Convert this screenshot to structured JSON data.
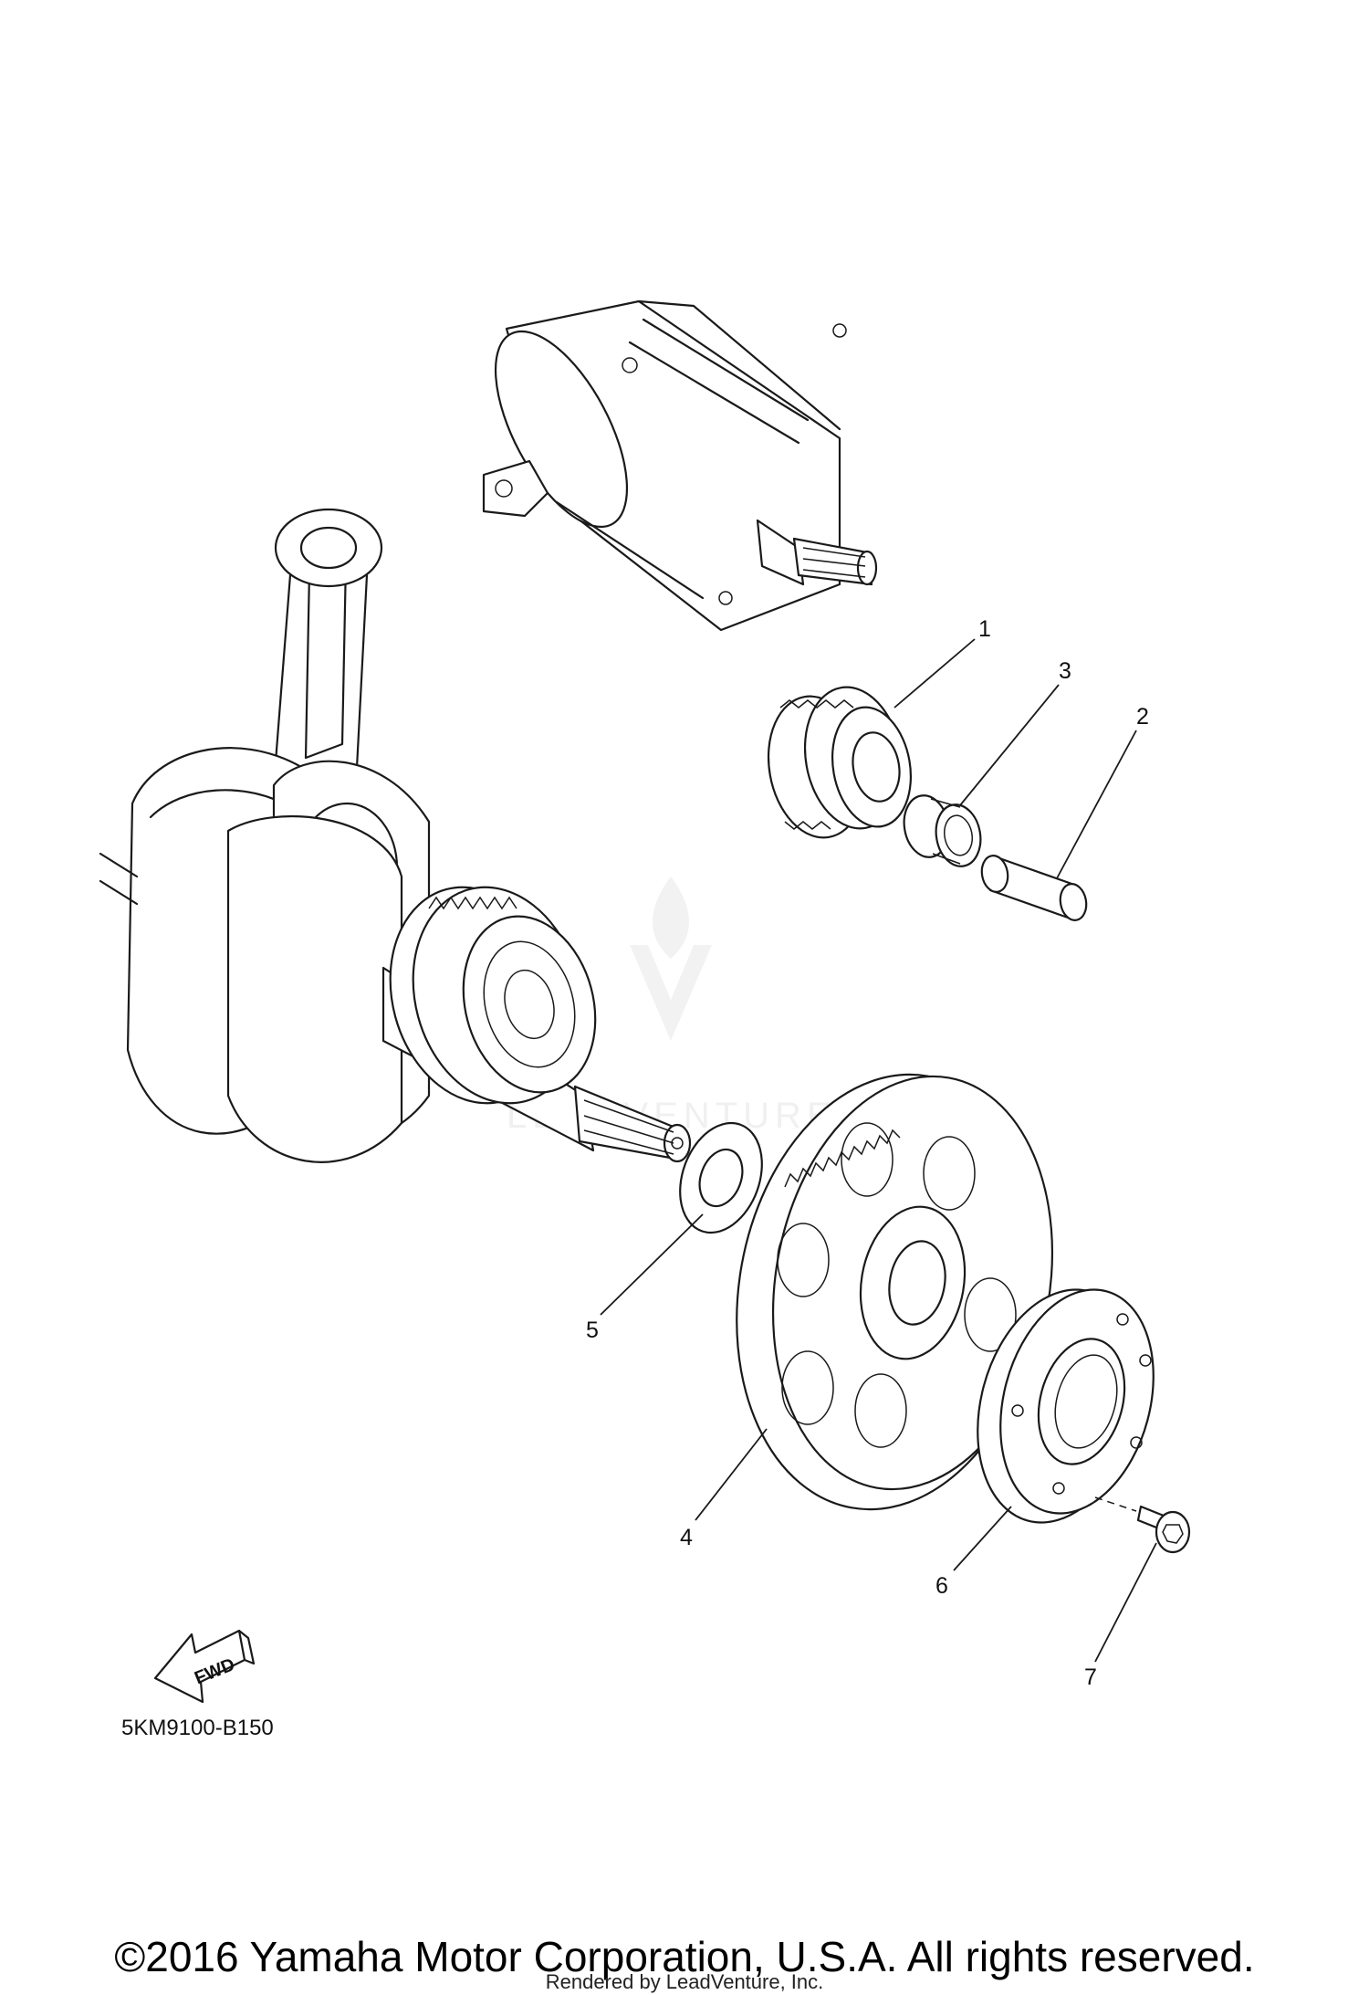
{
  "diagram": {
    "part_code": "5KM9100-B150",
    "direction_label": "FWD",
    "watermark_text": "LEADVENTURE",
    "callouts": [
      "1",
      "2",
      "3",
      "4",
      "5",
      "6",
      "7"
    ]
  },
  "footer": {
    "copyright": "©2016 Yamaha Motor Corporation, U.S.A. All rights reserved.",
    "rendered_by": "Rendered by LeadVenture, Inc."
  }
}
